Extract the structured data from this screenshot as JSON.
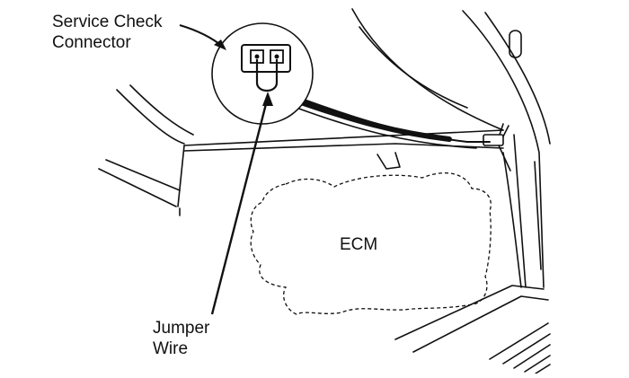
{
  "labels": {
    "service_check_line1": "Service Check",
    "service_check_line2": "Connector",
    "jumper_line1": "Jumper",
    "jumper_line2": "Wire",
    "ecm": "ECM"
  },
  "colors": {
    "ink": "#111111",
    "background": "#ffffff"
  }
}
